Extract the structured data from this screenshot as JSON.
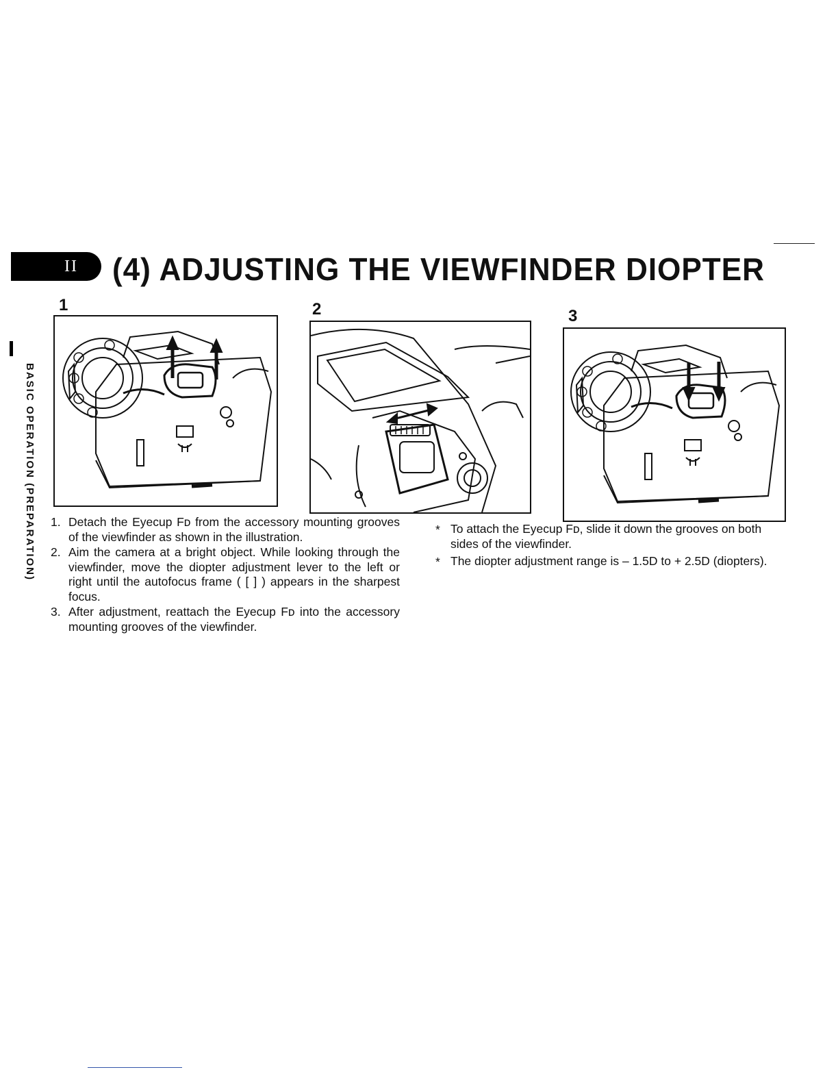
{
  "section": {
    "tab_label": "II",
    "title": "(4) ADJUSTING THE VIEWFINDER DIOPTER",
    "side_label": "BASIC OPERATION (PREPARATION)"
  },
  "figures": [
    {
      "number": "1",
      "depicts": "camera-eyecup-removal"
    },
    {
      "number": "2",
      "depicts": "diopter-lever-closeup"
    },
    {
      "number": "3",
      "depicts": "camera-eyecup-attach"
    }
  ],
  "steps": [
    {
      "number": "1.",
      "text": "Detach the Eyecup Fᴅ from the accessory mounting grooves of the viewfinder as shown in the illustration."
    },
    {
      "number": "2.",
      "text": "Aim the camera at a bright object. While looking through the viewfinder, move the diopter adjustment lever to the left or right until the autofocus frame ( [ ] ) appears in the sharpest focus."
    },
    {
      "number": "3.",
      "text": "After adjustment, reattach the Eyecup Fᴅ into the accessory mounting grooves of the viewfinder."
    }
  ],
  "notes": [
    {
      "marker": "*",
      "text": "To attach the Eyecup Fᴅ, slide it down the grooves on both sides of the viewfinder."
    },
    {
      "marker": "*",
      "text": "The diopter adjustment range is – 1.5D to + 2.5D (diopters)."
    }
  ]
}
